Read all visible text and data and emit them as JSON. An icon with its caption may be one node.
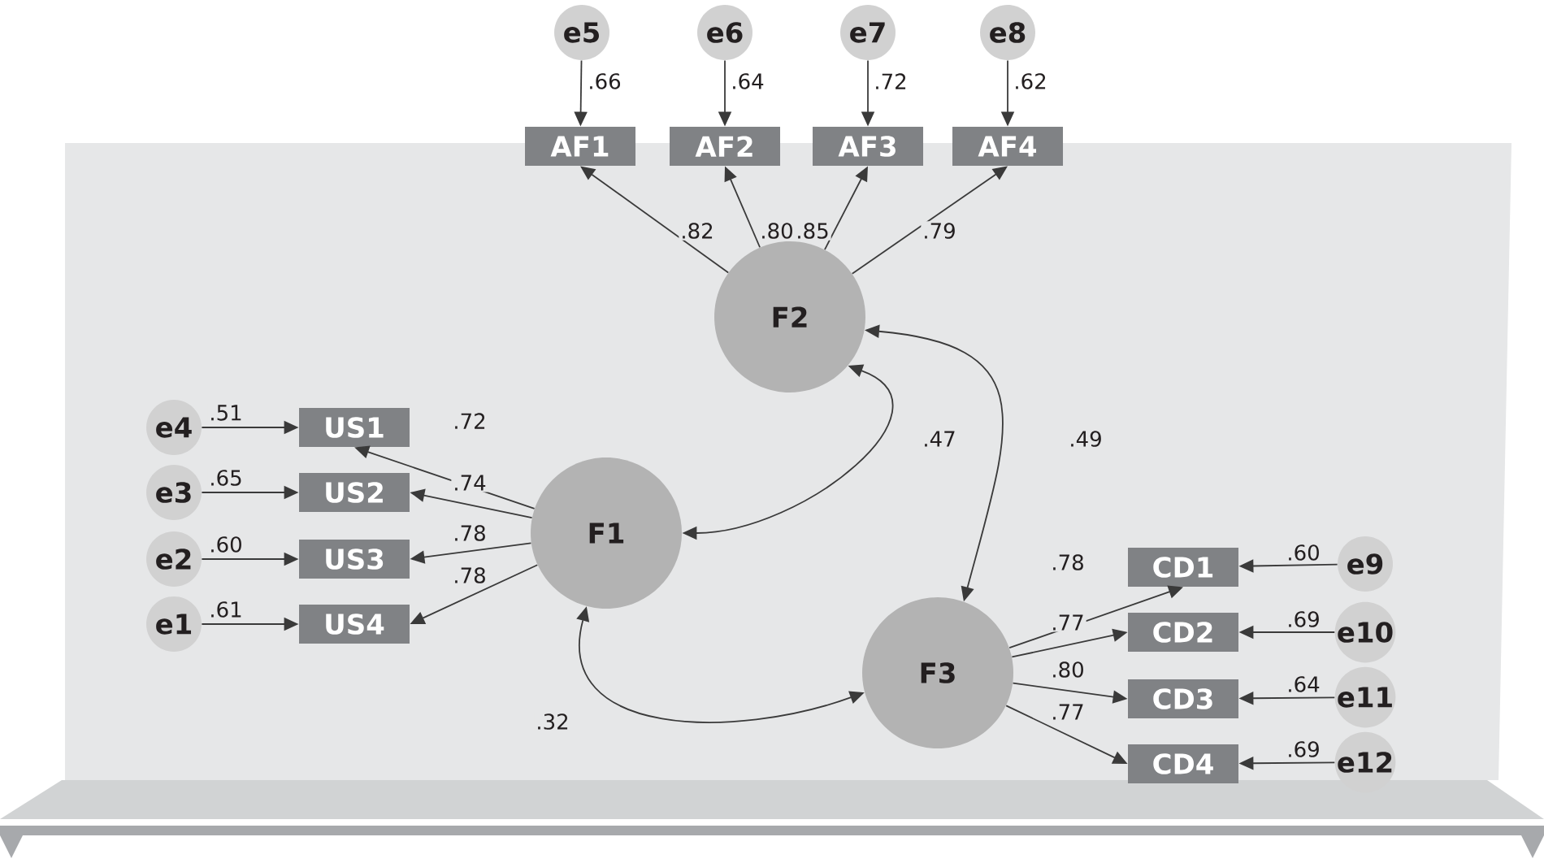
{
  "diagram": {
    "nodes": [
      {
        "text": [
          "e5"
        ]
      },
      {
        "text": [
          "e6"
        ]
      },
      {
        "text": [
          "e7"
        ]
      },
      {
        "text": [
          "e8"
        ]
      },
      {
        "text": [
          "AF1"
        ]
      },
      {
        "text": [
          "AF2"
        ]
      },
      {
        "text": [
          "AF3"
        ]
      },
      {
        "text": [
          "AF4"
        ]
      },
      {
        "text": [
          "F2"
        ]
      },
      {
        "text": [
          "e4"
        ]
      },
      {
        "text": [
          "US1"
        ]
      },
      {
        "text": [
          "e3"
        ]
      },
      {
        "text": [
          "US2"
        ]
      },
      {
        "text": [
          "e2"
        ]
      },
      {
        "text": [
          "US3"
        ]
      },
      {
        "text": [
          "e1"
        ]
      },
      {
        "text": [
          "US4"
        ]
      },
      {
        "text": [
          "F1"
        ]
      },
      {
        "text": [
          "F3"
        ]
      },
      {
        "text": [
          "CD1"
        ]
      },
      {
        "text": [
          "e9"
        ]
      },
      {
        "text": [
          "CD2"
        ]
      },
      {
        "text": [
          "e10"
        ]
      },
      {
        "text": [
          "CD3"
        ]
      },
      {
        "text": [
          "e11"
        ]
      },
      {
        "text": [
          "CD4"
        ]
      },
      {
        "text": [
          "e12"
        ]
      }
    ],
    "edges": [
      {
        "from": 0,
        "to": 4,
        "arrow": "to",
        "label": ".66"
      },
      {
        "from": 1,
        "to": 5,
        "arrow": "to",
        "label": ".64"
      },
      {
        "from": 2,
        "to": 6,
        "arrow": "to",
        "label": ".72"
      },
      {
        "from": 3,
        "to": 7,
        "arrow": "to",
        "label": ".62"
      },
      {
        "from": 8,
        "to": 4,
        "arrow": "to",
        "label": ".82"
      },
      {
        "from": 8,
        "to": 5,
        "arrow": "to",
        "label": ".80"
      },
      {
        "from": 8,
        "to": 6,
        "arrow": "to",
        "label": ".85"
      },
      {
        "from": 8,
        "to": 7,
        "arrow": "to",
        "label": ".79"
      },
      {
        "from": 9,
        "to": 10,
        "arrow": "to",
        "label": ".51"
      },
      {
        "from": 11,
        "to": 12,
        "arrow": "to",
        "label": ".65"
      },
      {
        "from": 13,
        "to": 14,
        "arrow": "to",
        "label": ".60"
      },
      {
        "from": 15,
        "to": 16,
        "arrow": "to",
        "label": ".61"
      },
      {
        "from": 17,
        "to": 10,
        "arrow": "to",
        "label": ".72"
      },
      {
        "from": 17,
        "to": 12,
        "arrow": "to",
        "label": ".74"
      },
      {
        "from": 17,
        "to": 14,
        "arrow": "to",
        "label": ".78"
      },
      {
        "from": 17,
        "to": 16,
        "arrow": "to",
        "label": ".78"
      },
      {
        "from": 8,
        "to": 17,
        "arrow": "both",
        "label": ".47"
      },
      {
        "from": 8,
        "to": 18,
        "arrow": "both",
        "label": ".49"
      },
      {
        "from": 17,
        "to": 18,
        "arrow": "both",
        "label": ".32"
      },
      {
        "from": 18,
        "to": 19,
        "arrow": "to",
        "label": ".78"
      },
      {
        "from": 18,
        "to": 21,
        "arrow": "to",
        "label": ".77"
      },
      {
        "from": 18,
        "to": 23,
        "arrow": "to",
        "label": ".80"
      },
      {
        "from": 18,
        "to": 25,
        "arrow": "to",
        "label": ".77"
      },
      {
        "from": 20,
        "to": 19,
        "arrow": "to",
        "label": ".60"
      },
      {
        "from": 22,
        "to": 21,
        "arrow": "to",
        "label": ".69"
      },
      {
        "from": 24,
        "to": 23,
        "arrow": "to",
        "label": ".64"
      },
      {
        "from": 26,
        "to": 25,
        "arrow": "to",
        "label": ".69"
      }
    ]
  }
}
